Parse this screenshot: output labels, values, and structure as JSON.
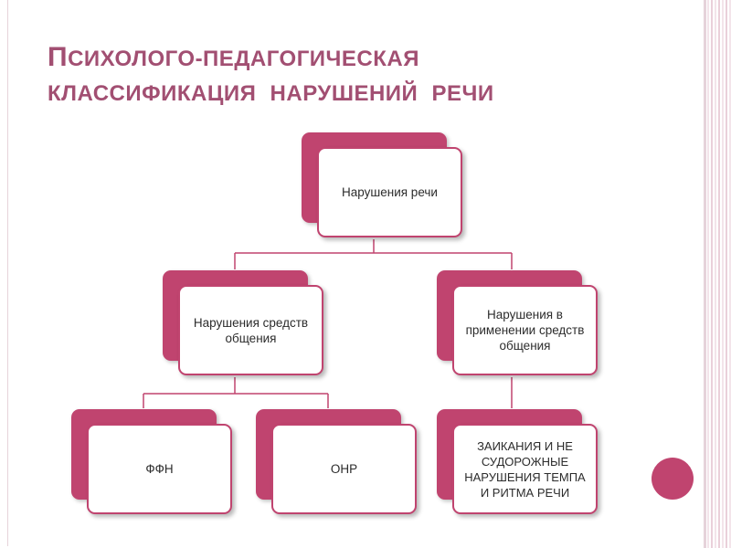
{
  "title": {
    "line1_first": "П",
    "line1_rest": "сихолого-педагогическая",
    "line2": "классификация нарушений речи"
  },
  "nodes": {
    "root": "Нарушения речи",
    "means": "Нарушения средств общения",
    "usage": "Нарушения в применении средств общения",
    "ffn": "ФФН",
    "onr": "ОНР",
    "stutter": "ЗАИКАНИЯ И НЕ СУДОРОЖНЫЕ НАРУШЕНИЯ ТЕМПА И РИТМА РЕЧИ"
  },
  "colors": {
    "accent": "#c0446f",
    "title": "#a24f72",
    "connector": "#c0446f"
  }
}
